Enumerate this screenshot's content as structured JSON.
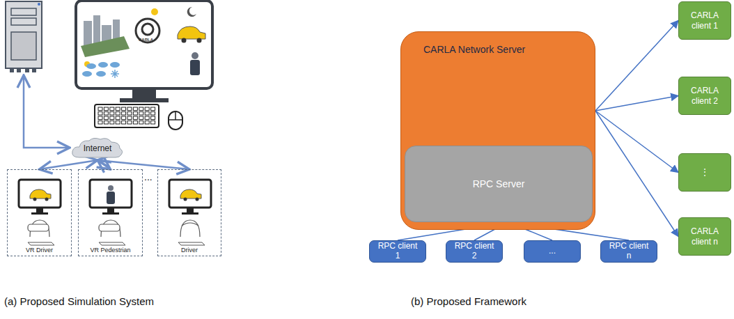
{
  "diagram": {
    "nodes": [
      {
        "text": [
          "Internet"
        ]
      },
      {
        "text": [
          "VR Driver"
        ]
      },
      {
        "text": [
          "VR Pedestrian"
        ]
      },
      {
        "text": [
          "Driver"
        ]
      },
      {
        "text": [
          "CARLA Network Server"
        ]
      },
      {
        "text": [
          "RPC Server"
        ],
        "in": 4
      },
      {
        "text": [
          "RPC client 1"
        ]
      },
      {
        "text": [
          "RPC client 2"
        ]
      },
      {
        "text": [
          "..."
        ]
      },
      {
        "text": [
          "RPC client n"
        ]
      },
      {
        "text": [
          "CARLA client 1"
        ]
      },
      {
        "text": [
          "CARLA client 2"
        ]
      },
      {
        "text": [
          "⋮"
        ]
      },
      {
        "text": [
          "CARLA client n"
        ]
      }
    ],
    "edges": [
      {
        "from": 0,
        "to": 1,
        "arrow": "both"
      },
      {
        "from": 0,
        "to": 2,
        "arrow": "both"
      },
      {
        "from": 0,
        "to": 3,
        "arrow": "both"
      },
      {
        "from": 5,
        "to": 6,
        "arrow": "none"
      },
      {
        "from": 5,
        "to": 7,
        "arrow": "none"
      },
      {
        "from": 5,
        "to": 8,
        "arrow": "none"
      },
      {
        "from": 5,
        "to": 9,
        "arrow": "none"
      },
      {
        "from": 4,
        "to": 10,
        "arrow": "to"
      },
      {
        "from": 4,
        "to": 11,
        "arrow": "to"
      },
      {
        "from": 4,
        "to": 12,
        "arrow": "to"
      },
      {
        "from": 4,
        "to": 13,
        "arrow": "to"
      }
    ],
    "labels": [
      "CARLA",
      "...",
      "(a) Proposed Simulation System",
      "(b) Proposed Framework"
    ]
  }
}
